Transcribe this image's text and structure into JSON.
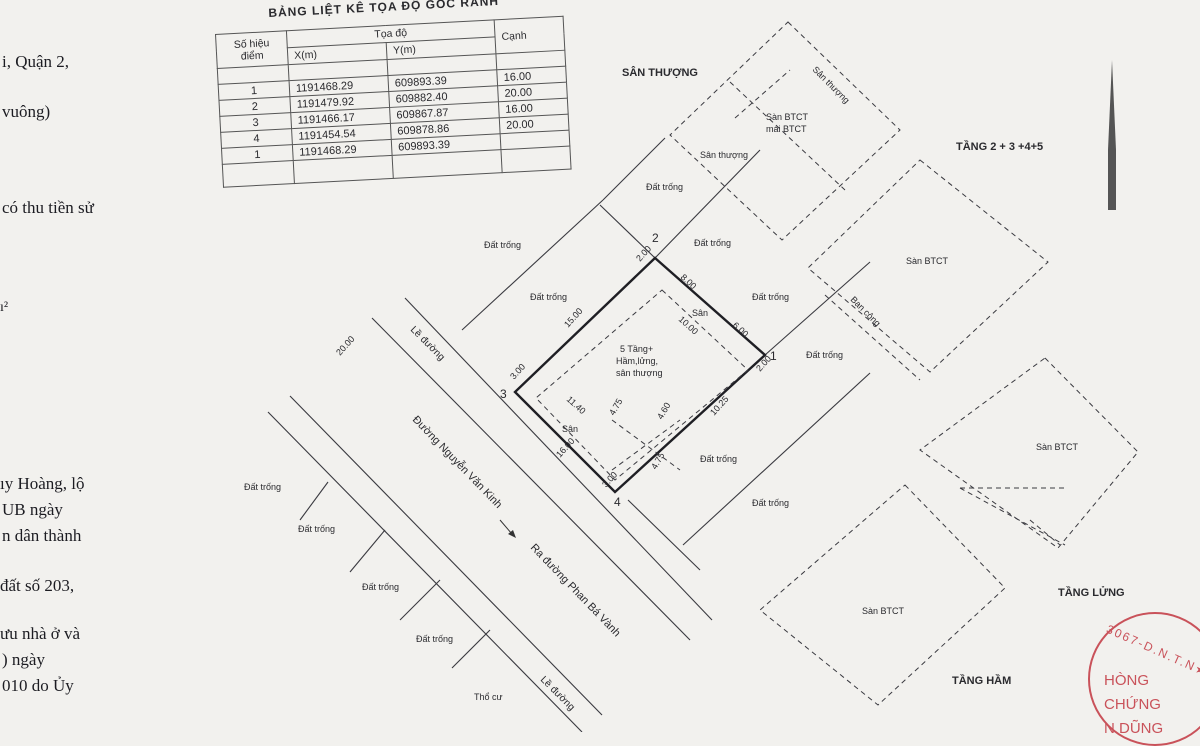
{
  "left_text": [
    "i, Quận 2,",
    "vuông)",
    "có thu tiền sử",
    "ı²",
    "ıy Hoàng, lộ",
    "UB ngày",
    "n dân thành",
    " đất số 203,",
    "ưu nhà ở và",
    ") ngày",
    "010 do Ủy"
  ],
  "coord_table": {
    "title": "BẢNG LIỆT KÊ TỌA ĐỘ GÓC RANH",
    "header_point": "Số hiệu điểm",
    "header_coord": "Tọa độ",
    "header_x": "X(m)",
    "header_y": "Y(m)",
    "header_edge": "Cạnh",
    "rows": [
      {
        "point": "1",
        "x": "1191468.29",
        "y": "609893.39",
        "edge": "16.00"
      },
      {
        "point": "2",
        "x": "1191479.92",
        "y": "609882.40",
        "edge": "20.00"
      },
      {
        "point": "3",
        "x": "1191466.17",
        "y": "609867.87",
        "edge": "16.00"
      },
      {
        "point": "4",
        "x": "1191454.54",
        "y": "609878.86",
        "edge": "20.00"
      },
      {
        "point": "1",
        "x": "1191468.29",
        "y": "609893.39",
        "edge": ""
      }
    ]
  },
  "plan": {
    "lot_label_1": "5 Tầng+",
    "lot_label_2": "Hầm,lửng,",
    "lot_label_3": "sân thượng",
    "yard": "Sân",
    "vertex_1": "1",
    "vertex_2": "2",
    "vertex_3": "3",
    "vertex_4": "4",
    "street_name": "Đường Nguyễn Văn Kinh",
    "street_exit": "Ra đường Phan Bá Vành",
    "sidewalk": "Lề đường",
    "vacant": "Đất trống",
    "residential": "Thổ cư",
    "width_20": "20.00",
    "dims": [
      "15.00",
      "16.00",
      "8.00",
      "10.00",
      "6.00",
      "2.00",
      "3.00",
      "11.40",
      "4.75",
      "4.60",
      "10.25"
    ]
  },
  "floors": {
    "rooftop_title": "SÂN THƯỢNG",
    "rooftop_slab": "Sàn BTCT",
    "rooftop_roof": "mái BTCT",
    "rooftop_terrace": "Sân thượng",
    "floor2_title": "TẦNG 2 + 3 +4+5",
    "floor2_slab": "Sàn BTCT",
    "floor2_balcony": "Ban công",
    "mezzanine_title": "TẦNG LỬNG",
    "mezzanine_slab": "Sàn BTCT",
    "basement_title": "TẦNG HẦM",
    "basement_slab": "Sàn BTCT"
  },
  "stamp": {
    "number": "3067-D.N.T.N★",
    "line1": "HÒNG",
    "line2": "CHỨNG",
    "line3": "N DŨNG"
  },
  "colors": {
    "ink": "#2a2a2e",
    "paper": "#f2f1ee",
    "stamp": "#c9525a"
  }
}
